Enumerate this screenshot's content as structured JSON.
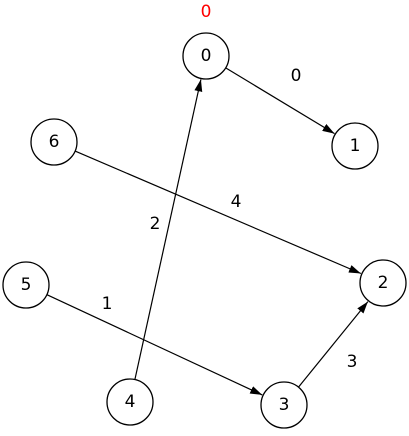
{
  "graph": {
    "annotation": {
      "text": "0",
      "color": "#ff0000"
    },
    "nodes": [
      {
        "id": "0",
        "label": "0"
      },
      {
        "id": "1",
        "label": "1"
      },
      {
        "id": "2",
        "label": "2"
      },
      {
        "id": "3",
        "label": "3"
      },
      {
        "id": "4",
        "label": "4"
      },
      {
        "id": "5",
        "label": "5"
      },
      {
        "id": "6",
        "label": "6"
      }
    ],
    "edges": [
      {
        "from": "0",
        "to": "1",
        "label": "0"
      },
      {
        "from": "4",
        "to": "0",
        "label": "2"
      },
      {
        "from": "6",
        "to": "2",
        "label": "4"
      },
      {
        "from": "5",
        "to": "3",
        "label": "1"
      },
      {
        "from": "3",
        "to": "2",
        "label": "3"
      }
    ]
  }
}
